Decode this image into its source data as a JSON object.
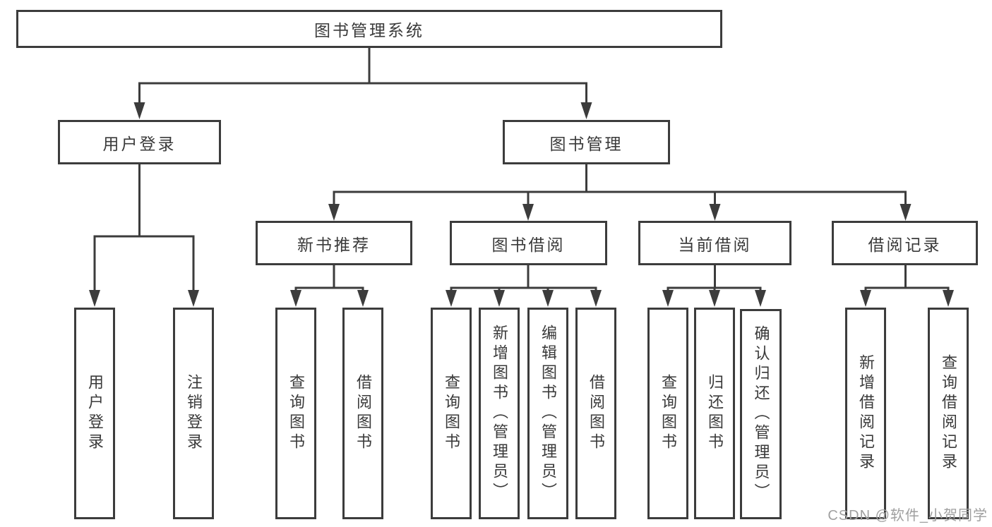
{
  "tree": {
    "label": "图书管理系统",
    "children": [
      {
        "label": "用户登录",
        "children": [
          {
            "label": "用户登录"
          },
          {
            "label": "注销登录"
          }
        ]
      },
      {
        "label": "图书管理",
        "children": [
          {
            "label": "新书推荐",
            "children": [
              {
                "label": "查询图书"
              },
              {
                "label": "借阅图书"
              }
            ]
          },
          {
            "label": "图书借阅",
            "children": [
              {
                "label": "查询图书"
              },
              {
                "label": "新增图书（管理员）"
              },
              {
                "label": "编辑图书（管理员）"
              },
              {
                "label": "借阅图书"
              }
            ]
          },
          {
            "label": "当前借阅",
            "children": [
              {
                "label": "查询图书"
              },
              {
                "label": "归还图书"
              },
              {
                "label": "确认归还（管理员）"
              }
            ]
          },
          {
            "label": "借阅记录",
            "children": [
              {
                "label": "新增借阅记录"
              },
              {
                "label": "查询借阅记录"
              }
            ]
          }
        ]
      }
    ]
  },
  "watermark": {
    "text": "CSDN @软件_小贺同学"
  },
  "colors": {
    "line": "#3c3c3c",
    "text": "#3a3a3a",
    "background": "#ffffff",
    "watermark": "#a0a0a0"
  }
}
